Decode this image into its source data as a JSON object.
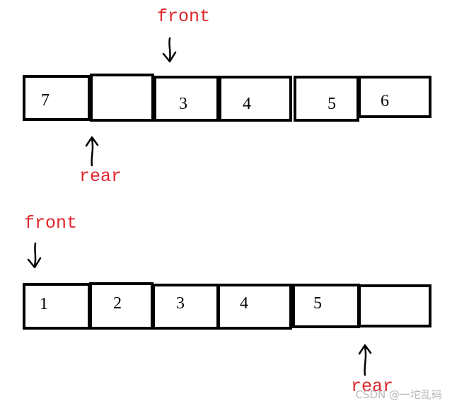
{
  "diagrams": [
    {
      "cells": [
        "7",
        "",
        "3",
        "4",
        "5",
        "6"
      ],
      "front_label": "front",
      "rear_label": "rear"
    },
    {
      "cells": [
        "1",
        "2",
        "3",
        "4",
        "5",
        ""
      ],
      "front_label": "front",
      "rear_label": "rear"
    }
  ],
  "watermark": "CSDN @一坨乱码"
}
